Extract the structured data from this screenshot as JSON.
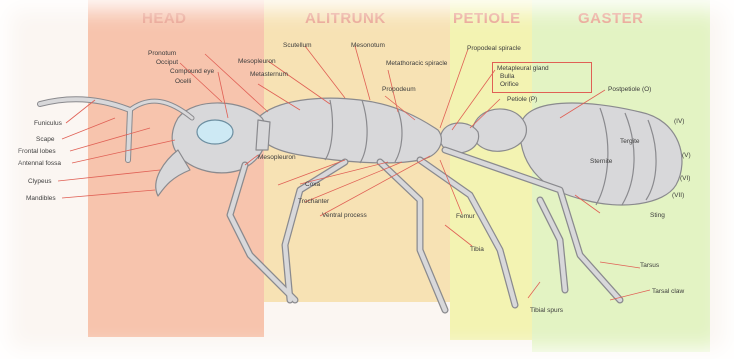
{
  "sections": {
    "head": "HEAD",
    "alitrunk": "ALITRUNK",
    "petiole": "PETIOLE",
    "gaster": "GASTER"
  },
  "labels": {
    "pronotum": "Pronotum",
    "occiput": "Occiput",
    "compound_eye": "Compound eye",
    "ocelli": "Ocelli",
    "funiculus": "Funiculus",
    "scape": "Scape",
    "frontal_lobes": "Frontal lobes",
    "antennal_fossa": "Antennal fossa",
    "clypeus": "Clypeus",
    "mandibles": "Mandibles",
    "scutellum": "Scutellum",
    "mesonotum": "Mesonotum",
    "mesopleuron": "Mesopleuron",
    "mesothoracic_spiracle": "Metathoracic spiracle",
    "propodeum": "Propodeum",
    "propodeal_spiracle": "Propodeal spiracle",
    "metapleural_gland": "Metapleural gland",
    "bulla": "Bulla",
    "orifice": "Orifice",
    "petiole_node": "Petiole (P)",
    "postpetiole": "Postpetiole (O)",
    "tergite": "Tergite",
    "sternite": "Sternite",
    "segment_iv": "(IV)",
    "segment_v": "(V)",
    "segment_vi": "(VI)",
    "segment_vii": "(VII)",
    "sting": "Sting",
    "coxa": "Coxa",
    "trochanter": "Trochanter",
    "ventral_process": "Ventral process",
    "femur": "Femur",
    "tibia": "Tibia",
    "tibial_spurs": "Tibial spurs",
    "tarsus": "Tarsus",
    "tarsal_claw": "Tarsal claw",
    "mesopleuron_lower": "Mesopleuron",
    "metasternum": "Metasternum"
  },
  "colors": {
    "head": "#f7c4ad",
    "alitrunk": "#f7e2b4",
    "petiole": "#f3f3b2",
    "gaster": "#e3f3c3",
    "header_text": "#e9a392",
    "leader_line": "#e06055",
    "body_fill": "#d8d8da",
    "eye_fill": "#cde9f4"
  }
}
